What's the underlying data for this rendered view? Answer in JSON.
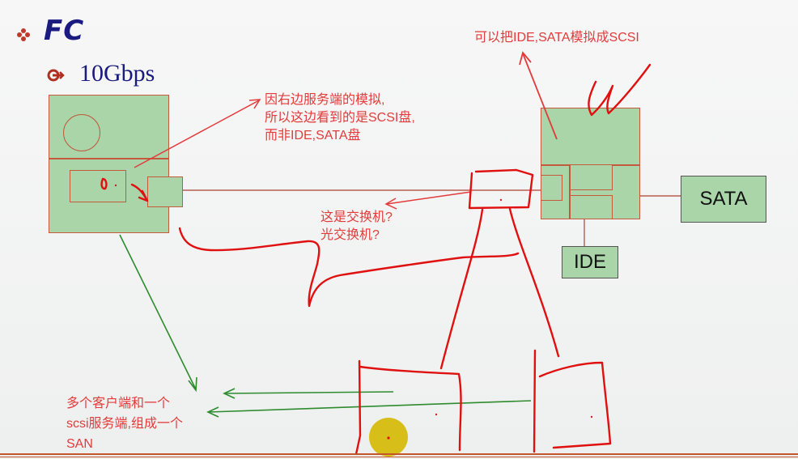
{
  "slide": {
    "title": "FC",
    "subtitle": "10Gbps"
  },
  "labels": {
    "sata": "SATA",
    "ide": "IDE"
  },
  "annotations": {
    "emulate": "可以把IDE,SATA模拟成SCSI",
    "scsi_note": [
      "因右边服务端的模拟,",
      "所以这边看到的是SCSI盘,",
      "而非IDE,SATA盘"
    ],
    "switch_note": [
      "这是交换机?",
      "光交换机?"
    ],
    "san_note": [
      "多个客户端和一个",
      "scsi服务端,组成一个",
      "SAN"
    ]
  },
  "colors": {
    "title": "#1a1a80",
    "box_fill": "#a9d5a9",
    "annotation": "#e33b3b",
    "arrow_green": "#2e8b2e",
    "highlight": "#d4b800"
  }
}
